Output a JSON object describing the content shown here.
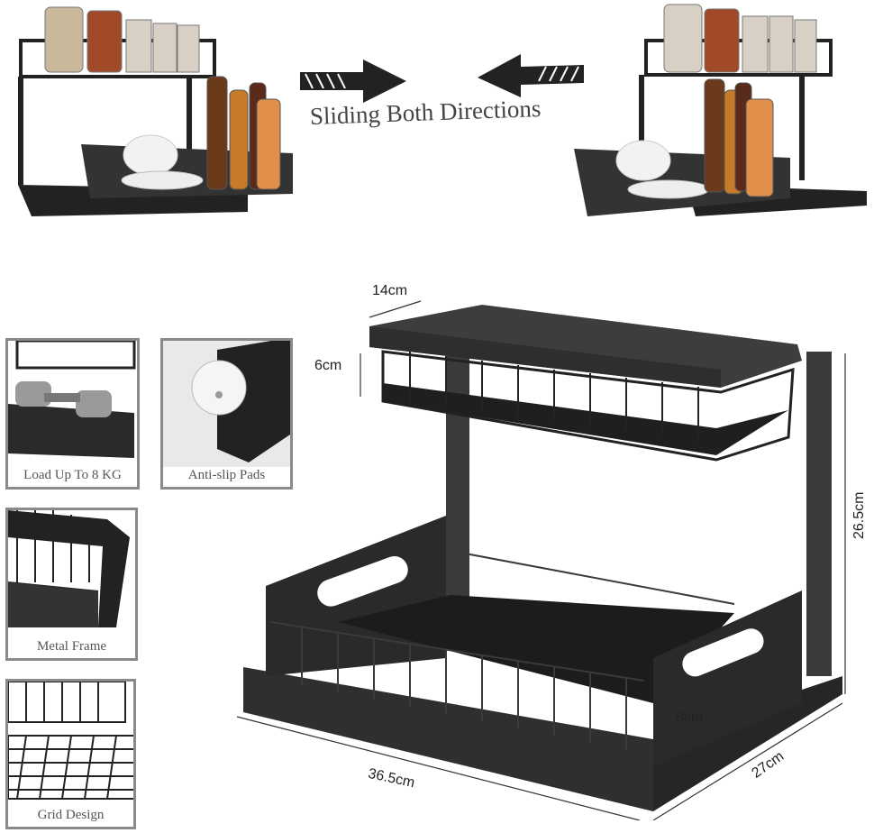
{
  "headline": "Sliding Both Directions",
  "features": [
    {
      "label": "Load Up To 8 KG"
    },
    {
      "label": "Anti-slip Pads"
    },
    {
      "label": "Metal Frame"
    },
    {
      "label": "Grid Design"
    }
  ],
  "dimensions": {
    "top_depth": "14cm",
    "top_height": "6cm",
    "total_height": "26.5cm",
    "drawer_height": "8cm",
    "width": "36.5cm",
    "depth": "27cm"
  },
  "colors": {
    "rack": "#2b2b2b",
    "text": "#444444",
    "panel_border": "#8a8a8a"
  },
  "icons": [
    "arrow-right-icon",
    "arrow-left-icon"
  ]
}
